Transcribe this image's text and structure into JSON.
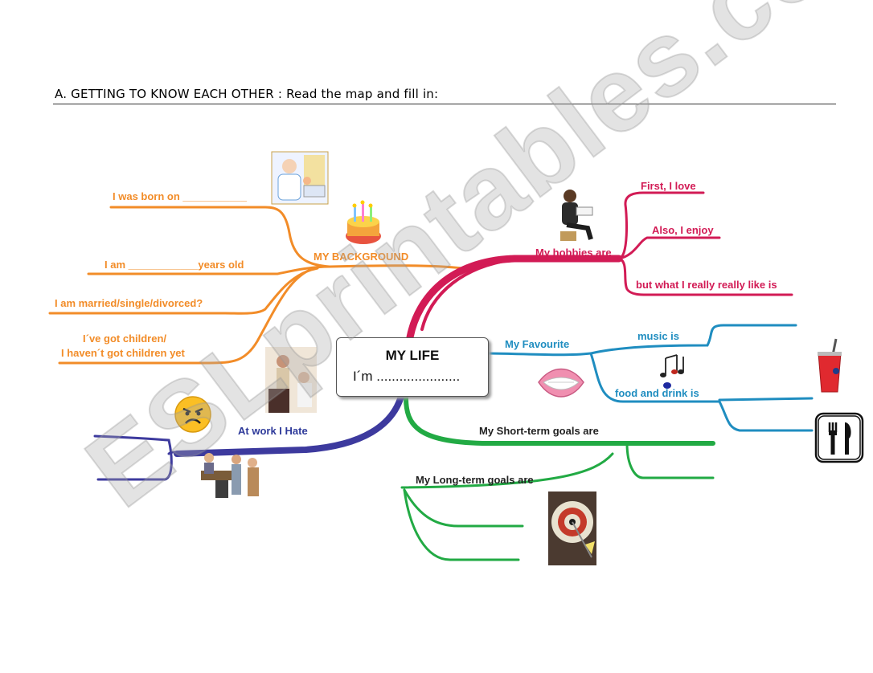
{
  "header": {
    "title": "A.  GETTING TO KNOW EACH OTHER :  Read the map and fill in:"
  },
  "center": {
    "title": "MY LIFE",
    "subtitle": "I´m ......................"
  },
  "background": {
    "label": "MY BACKGROUND",
    "items": [
      "I was born on ___________",
      "I am ____________years old",
      "I am  married/single/divorced?",
      "I´ve got children/",
      "I haven´t got children yet"
    ]
  },
  "hobbies": {
    "label": "My hobbies are",
    "items": [
      "First, I love",
      "Also, I enjoy",
      "but what I really really like is"
    ]
  },
  "favourite": {
    "label": "My Favourite",
    "items": [
      "music is",
      "food and drink is"
    ]
  },
  "goals": {
    "short": "My Short-term goals are",
    "long": "My Long-term goals are"
  },
  "work": {
    "label": "At work I Hate"
  },
  "watermark": "ESLprintables.com",
  "colors": {
    "background": "#f28c28",
    "hobbies": "#d21b55",
    "favourite": "#1f8dc0",
    "goals": "#22aa44",
    "work": "#3d3a9e"
  },
  "icons": [
    "doctor-baby-clipart",
    "birthday-cake-clipart",
    "reading-woman-clipart",
    "party-people-photo",
    "angry-face-icon",
    "office-workers-clipart",
    "smile-lips-clipart",
    "music-notes-icon",
    "soda-cup-icon",
    "fork-knife-icon",
    "dartboard-clipart"
  ]
}
